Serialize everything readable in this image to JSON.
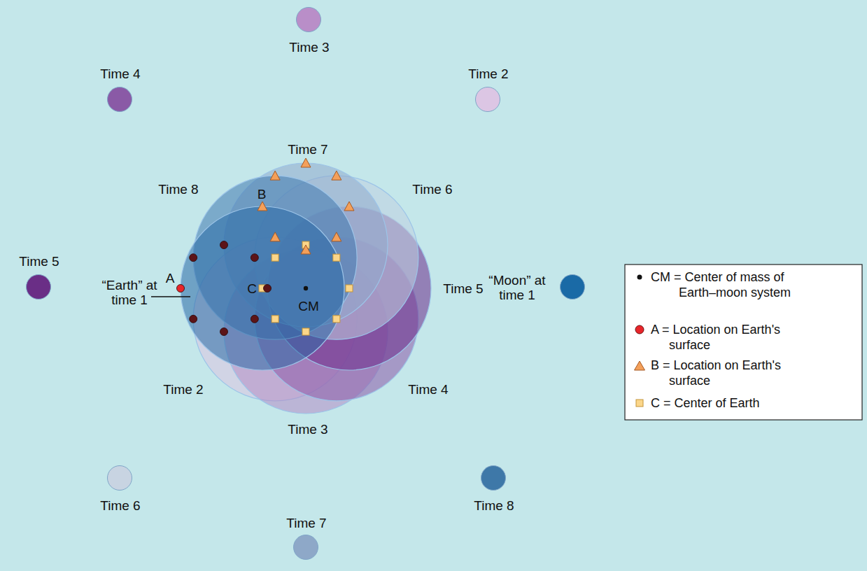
{
  "diagram": {
    "nodes": [
      {
        "text": [
          "Time 3"
        ]
      },
      {
        "text": [
          "Time 4"
        ]
      },
      {
        "text": [
          "Time 2"
        ]
      },
      {
        "text": [
          "Time 5"
        ]
      },
      {
        "text": [
          "“Moon” at time 1"
        ]
      },
      {
        "text": [
          "Time 6"
        ]
      },
      {
        "text": [
          "Time 8"
        ]
      },
      {
        "text": [
          "Time 7"
        ]
      }
    ],
    "labels": [
      "Time 7",
      "Time 8",
      "Time 6",
      "B",
      "A",
      "“Earth” at time 1",
      "C",
      "CM",
      "Time 5",
      "Time 2",
      "Time 4",
      "Time 3"
    ],
    "legend": [
      {
        "text": "CM = Center of mass of Earth–moon system"
      },
      {
        "text": "A = Location on Earth's surface"
      },
      {
        "text": "B = Location on Earth's surface"
      },
      {
        "text": "C = Center of Earth"
      }
    ]
  }
}
